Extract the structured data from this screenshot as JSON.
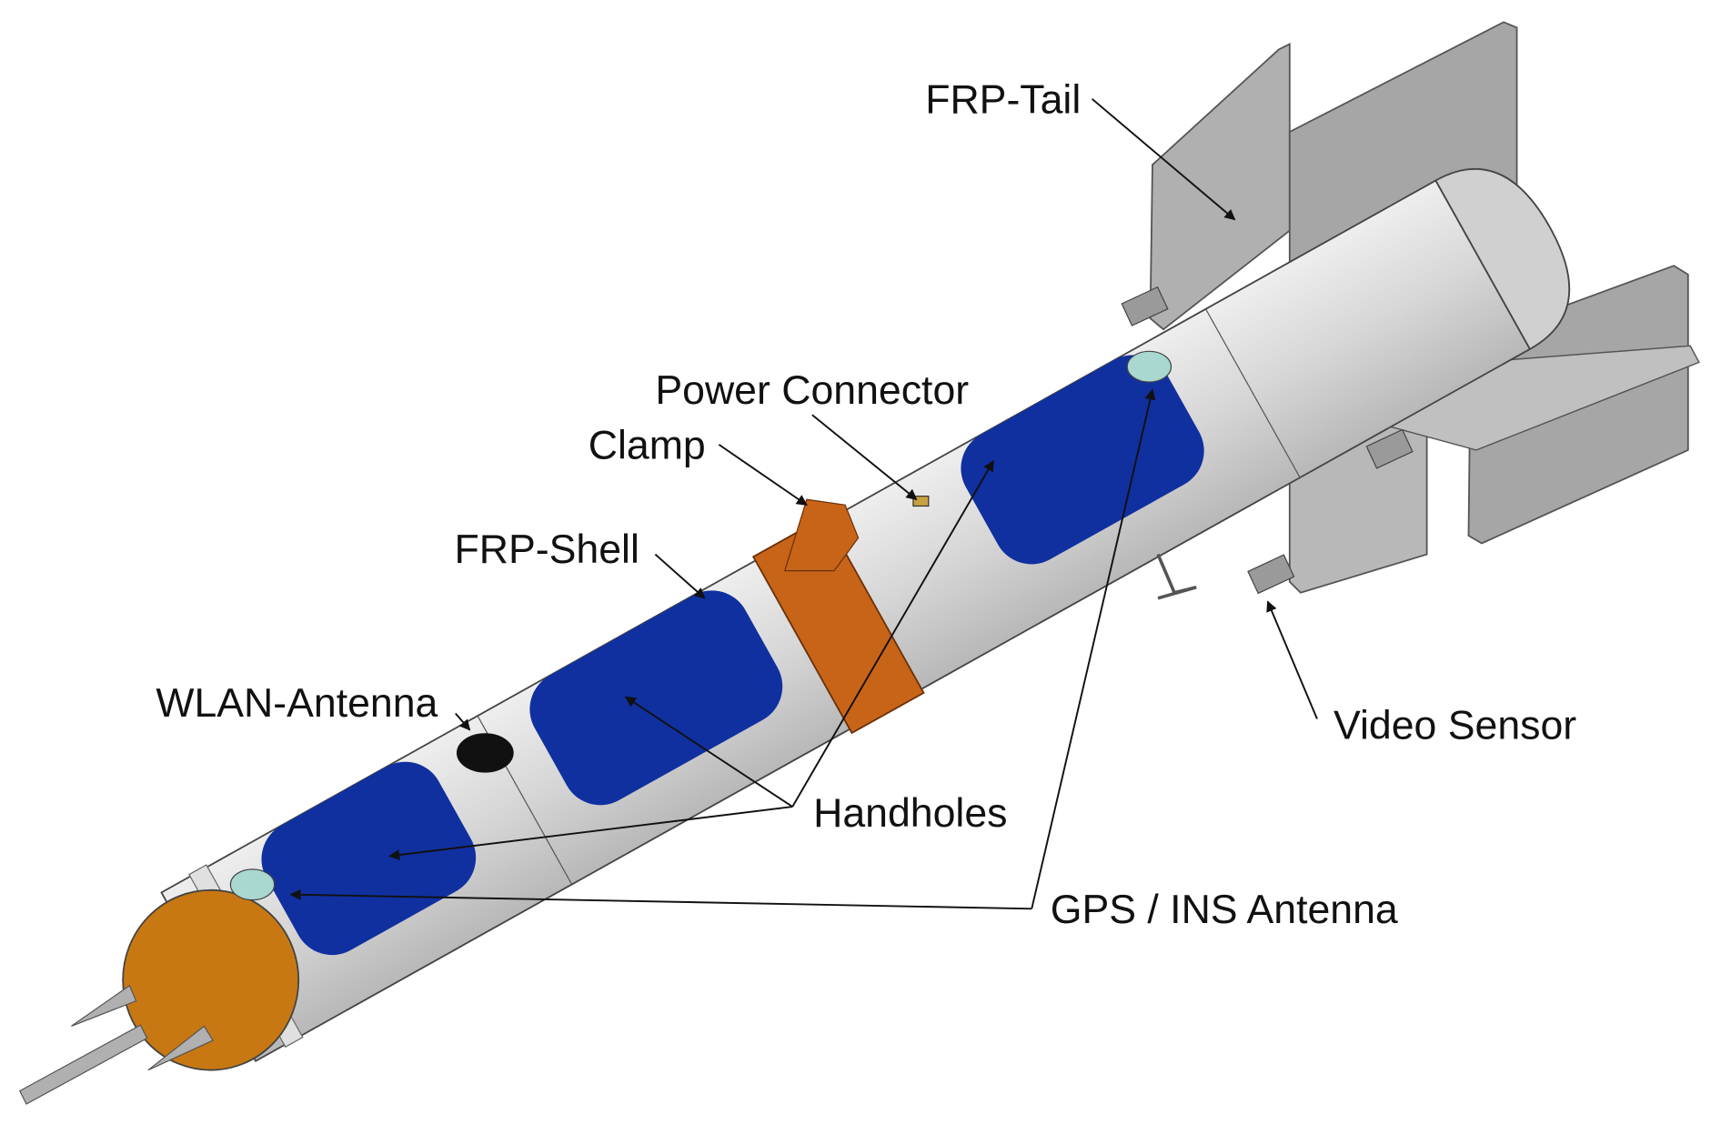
{
  "labels": {
    "frp_tail": "FRP-Tail",
    "power_connector": "Power Connector",
    "clamp": "Clamp",
    "frp_shell": "FRP-Shell",
    "wlan_antenna": "WLAN-Antenna",
    "handholes": "Handholes",
    "video_sensor": "Video Sensor",
    "gps_ins_antenna": "GPS / INS Antenna"
  },
  "colors": {
    "shell": "#d4d4d4",
    "handhole": "#1030a0",
    "orange": "#c86418",
    "fin": "#a8a8a8",
    "antenna": "#a8d8d0"
  }
}
